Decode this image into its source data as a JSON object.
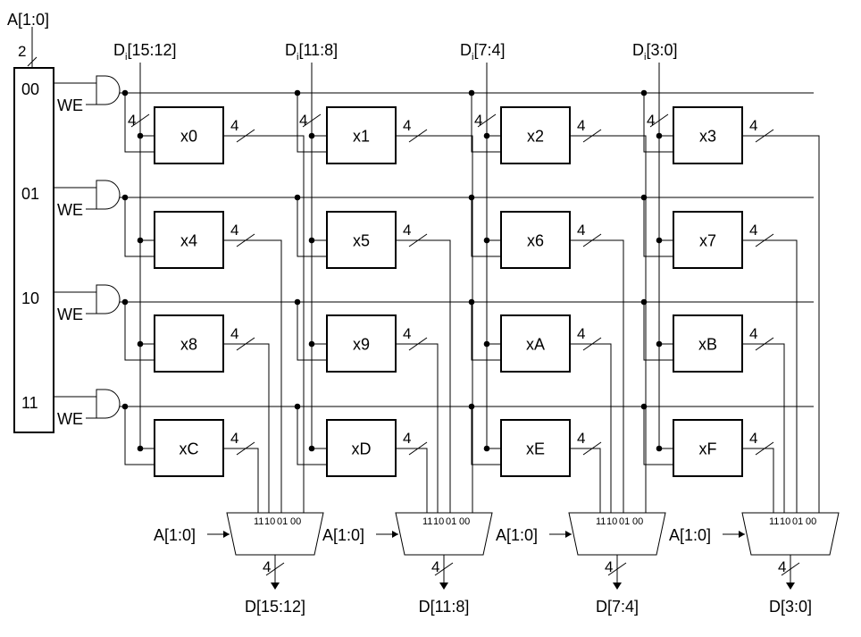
{
  "colors": {
    "stroke": "#000000",
    "background": "#ffffff"
  },
  "decoder": {
    "address_label": "A[1:0]",
    "bus_width": "2",
    "outputs": [
      "00",
      "01",
      "10",
      "11"
    ]
  },
  "we_label": "WE",
  "data_in": [
    {
      "prefix": "D",
      "sub": "i",
      "range": "[15:12]"
    },
    {
      "prefix": "D",
      "sub": "i",
      "range": "[11:8]"
    },
    {
      "prefix": "D",
      "sub": "i",
      "range": "[7:4]"
    },
    {
      "prefix": "D",
      "sub": "i",
      "range": "[3:0]"
    }
  ],
  "registers": [
    [
      "x0",
      "x1",
      "x2",
      "x3"
    ],
    [
      "x4",
      "x5",
      "x6",
      "x7"
    ],
    [
      "x8",
      "x9",
      "xA",
      "xB"
    ],
    [
      "xC",
      "xD",
      "xE",
      "xF"
    ]
  ],
  "bus_width": "4",
  "mux": {
    "select_label": "A[1:0]",
    "inputs": [
      "11",
      "10",
      "01",
      "00"
    ],
    "width": "4"
  },
  "data_out": [
    "D[15:12]",
    "D[11:8]",
    "D[7:4]",
    "D[3:0]"
  ]
}
